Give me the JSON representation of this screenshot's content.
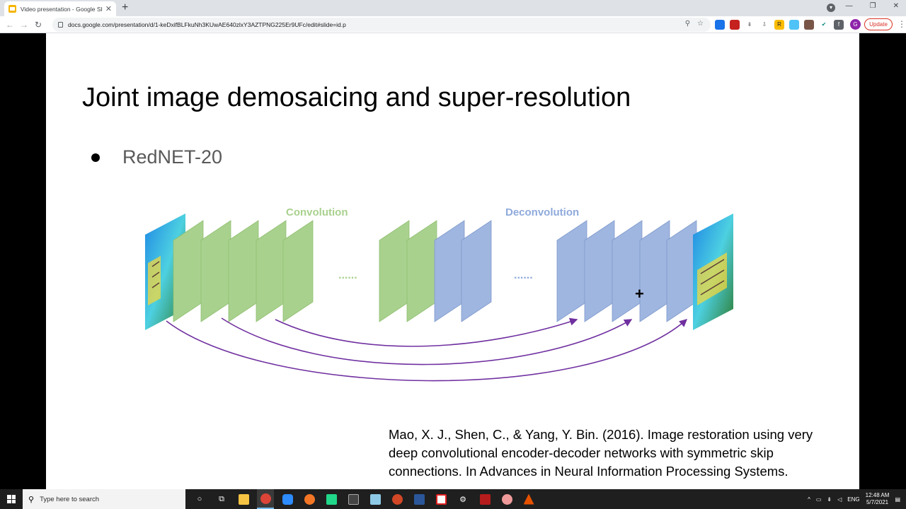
{
  "browser": {
    "tab_title": "Video presentation - Google Slides",
    "tab_close": "✕",
    "new_tab": "+",
    "url": "docs.google.com/presentation/d/1-keDxifBLFkuNh3KUwAE640zlxY3AZTPNG225Er9UFc/edit#slide=id.p",
    "avatar_letter": "G",
    "update_label": "Update",
    "ext_r_label": "R"
  },
  "slide": {
    "title": "Joint image demosaicing and super-resolution",
    "bullet": "RedNET-20",
    "citation": "Mao, X. J., Shen, C., & Yang, Y. Bin. (2016). Image restoration using very deep convolutional encoder-decoder networks with symmetric skip connections. In Advances in Neural Information Processing Systems.",
    "diagram": {
      "conv_label": "Convolution",
      "deconv_label": "Deconvolution",
      "ellipsis_1": "......",
      "ellipsis_2": "......",
      "colors": {
        "conv": "#a9d18e",
        "deconv": "#9fb6e0",
        "conv_label": "#a9d18e",
        "deconv_label": "#8faadc",
        "skip": "#7030a0"
      }
    }
  },
  "taskbar": {
    "search_placeholder": "Type here to search",
    "lang": "ENG",
    "time": "12:48 AM",
    "date": "5/7/2021"
  }
}
